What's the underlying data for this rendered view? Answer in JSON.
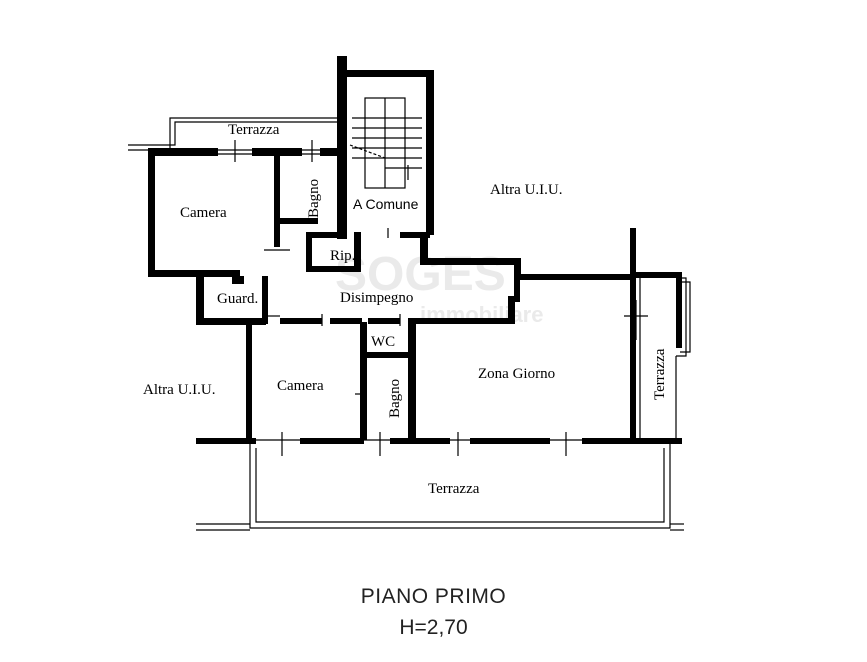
{
  "plan": {
    "rooms": {
      "terrazza_top": "Terrazza",
      "camera_top": "Camera",
      "bagno_top": "Bagno",
      "a_comune": "A Comune",
      "altra_uiu_right": "Altra U.I.U.",
      "rip": "Rip.",
      "disimpegno": "Disimpegno",
      "guard": "Guard.",
      "wc": "WC",
      "altra_uiu_left": "Altra U.I.U.",
      "camera_bottom": "Camera",
      "bagno_bottom": "Bagno",
      "zona_giorno": "Zona Giorno",
      "terrazza_right": "Terrazza",
      "terrazza_bottom": "Terrazza"
    },
    "watermark": {
      "line1": "SOGES",
      "line2": "immobiliare"
    }
  },
  "caption": {
    "floor": "PIANO PRIMO",
    "height": "H=2,70"
  }
}
